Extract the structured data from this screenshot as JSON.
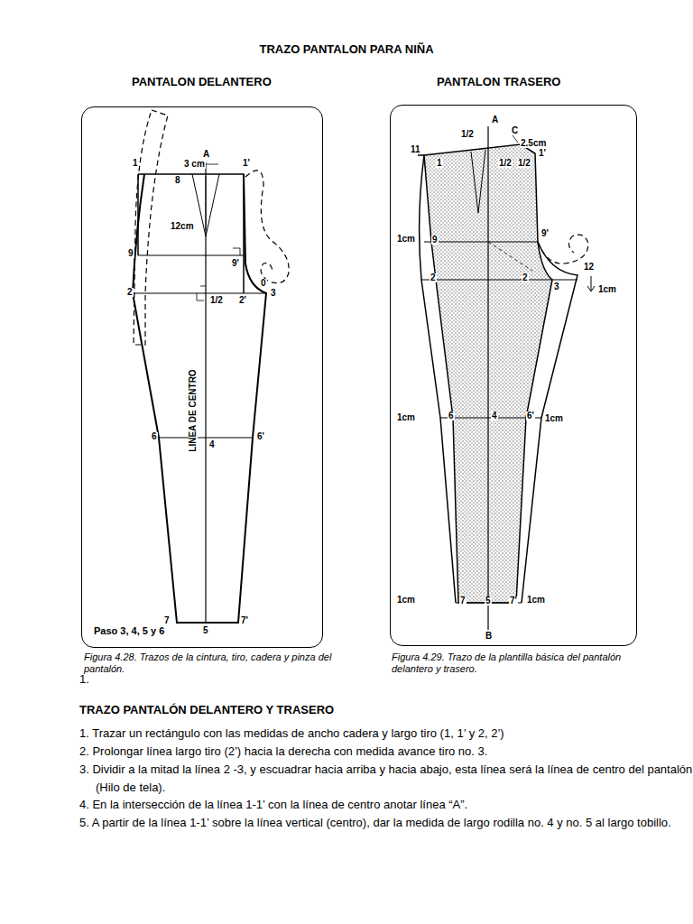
{
  "diagram": {
    "title": "TRAZO PANTALON PARA NIÑA",
    "nodes": [
      {
        "text": [
          "PANTALON DELANTERO"
        ]
      },
      {
        "text": [
          "PANTALON TRASERO"
        ]
      }
    ],
    "labels": [
      "A",
      "3 cm",
      "1",
      "1'",
      "8",
      "12cm",
      "9",
      "9'",
      "2",
      "1/2",
      "2'",
      "0",
      "3",
      "LINEA DE CENTRO",
      "6",
      "4",
      "6'",
      "7",
      "5",
      "7'",
      "Paso 3, 4, 5 y 6",
      "Figura 4.28. Trazos de la cintura, tiro, cadera y pinza del pantalón.",
      "A",
      "1/2",
      "C",
      "2.5cm",
      "11",
      "1",
      "1/2",
      "1/2",
      "1'",
      "1cm",
      "9",
      "9'",
      "2",
      "2",
      "3",
      "12",
      "1cm",
      "1cm",
      "6",
      "4",
      "6'",
      "1cm",
      "1cm",
      "7",
      "5",
      "7'",
      "1cm",
      "B",
      "Figura 4.29. Trazo de la plantilla básica del pantalón delantero y trasero.",
      "1.",
      "TRAZO PANTALÓN DELANTERO Y TRASERO",
      "1. Trazar un rectángulo con las medidas de ancho cadera y largo tiro (1, 1’ y 2, 2’)",
      "2. Prolongar línea largo tiro (2’) hacia la derecha con medida avance tiro no. 3.",
      "3. Dividir a la mitad la línea 2 -3, y escuadrar hacia arriba y hacia abajo, esta línea será la línea de centro del pantalón (Hilo de tela).",
      "4. En la intersección de la línea 1-1’ con la línea de centro anotar línea “A”.",
      "5. A partir de la línea 1-1’ sobre la línea vertical (centro), dar la medida de largo rodilla no. 4 y no. 5 al largo tobillo."
    ]
  }
}
